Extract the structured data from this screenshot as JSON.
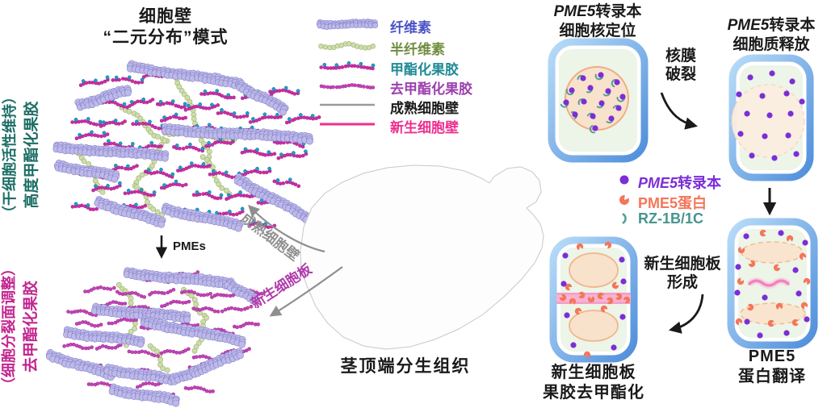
{
  "colors": {
    "cellulose_fill": "#bdb9e8",
    "cellulose_stroke": "#8580cc",
    "hemicellulose_fill": "#cfdcab",
    "hemicellulose_stroke": "#97b26d",
    "pectin_me_fill": "#cd2ba8",
    "pectin_me_stroke": "#8e1b74",
    "pectin_me_dot": "#1b9fca",
    "pectin_de_fill": "#c243bb",
    "mature_line": "#9a9a9a",
    "nascent_line": "#ee2f90",
    "cell_border_light": "#b8dcf8",
    "cell_border_dark": "#4f8edb",
    "cell_fill": "#edf4e8",
    "nucleus_fill": "#f8e2cc",
    "nucleus_stroke": "#f0ac80",
    "transcript": "#7b2ed6",
    "protein": "#f4765a",
    "rz": "#55a09a",
    "plate_pink": "#f8b3d3",
    "plate_pink_edge": "#f08fc2",
    "squiggle": "#f283bd",
    "tissue_line": "#b5b5b5",
    "tissue_pink": "#ea3e96",
    "tissue_fill": "#fdfdfd",
    "dashed_box": "#3a43d0",
    "arrow_gray": "#8f8f8f",
    "black": "#1a1a1a"
  },
  "left": {
    "title": [
      "细胞壁",
      "“二元分布”模式"
    ],
    "top_label": {
      "main": "高度甲酯化果胶",
      "sub": "（干细胞活性维持）",
      "color": "#1d6e66"
    },
    "bottom_label": {
      "main": "去甲酯化果胶",
      "sub": "（细胞分裂面调整）",
      "color": "#c2268f"
    },
    "pmes": "PMEs"
  },
  "wall_legend": {
    "items": [
      {
        "id": "cellulose",
        "label": "纤维素",
        "color": "#4a52c4"
      },
      {
        "id": "hemicellulose",
        "label": "半纤维素",
        "color": "#718d3f"
      },
      {
        "id": "methyl-pectin",
        "label": "甲酯化果胶",
        "color": "#1f8a96"
      },
      {
        "id": "demethyl-pectin",
        "label": "去甲酯化果胶",
        "color": "#9b3fae"
      },
      {
        "id": "mature-wall",
        "label": "成熟细胞壁",
        "color": "#1a1a1a"
      },
      {
        "id": "nascent-wall",
        "label": "新生细胞壁",
        "color": "#ee2f90"
      }
    ]
  },
  "tissue": {
    "caption": "茎顶端分生组织",
    "mature_label": {
      "text": "成熟细胞壁",
      "color": "#8f8f8f"
    },
    "nascent_label": {
      "text": "新生细胞板",
      "color": "#b03aab"
    }
  },
  "right": {
    "step1_title": {
      "em": "PME5",
      "rest": "转录本",
      "line2": "细胞核定位"
    },
    "arrow1_label": [
      "核膜",
      "破裂"
    ],
    "step2_title": {
      "em": "PME5",
      "rest": "转录本",
      "line2": "细胞质释放"
    },
    "legend": [
      {
        "id": "pme5-transcript",
        "em": "PME5",
        "label": "转录本",
        "color": "#7b2ed6"
      },
      {
        "id": "pme5-protein",
        "em": "",
        "label": "PME5蛋白",
        "color": "#f4765a"
      },
      {
        "id": "rz-1b1c",
        "em": "",
        "label": "RZ-1B/1C",
        "color": "#47958f"
      }
    ],
    "arrow2_label": [
      "新生细胞板",
      "形成"
    ],
    "step3_label": [
      "新生细胞板",
      "果胶去甲酯化"
    ],
    "step4_label": [
      "PME5",
      "蛋白翻译"
    ]
  }
}
